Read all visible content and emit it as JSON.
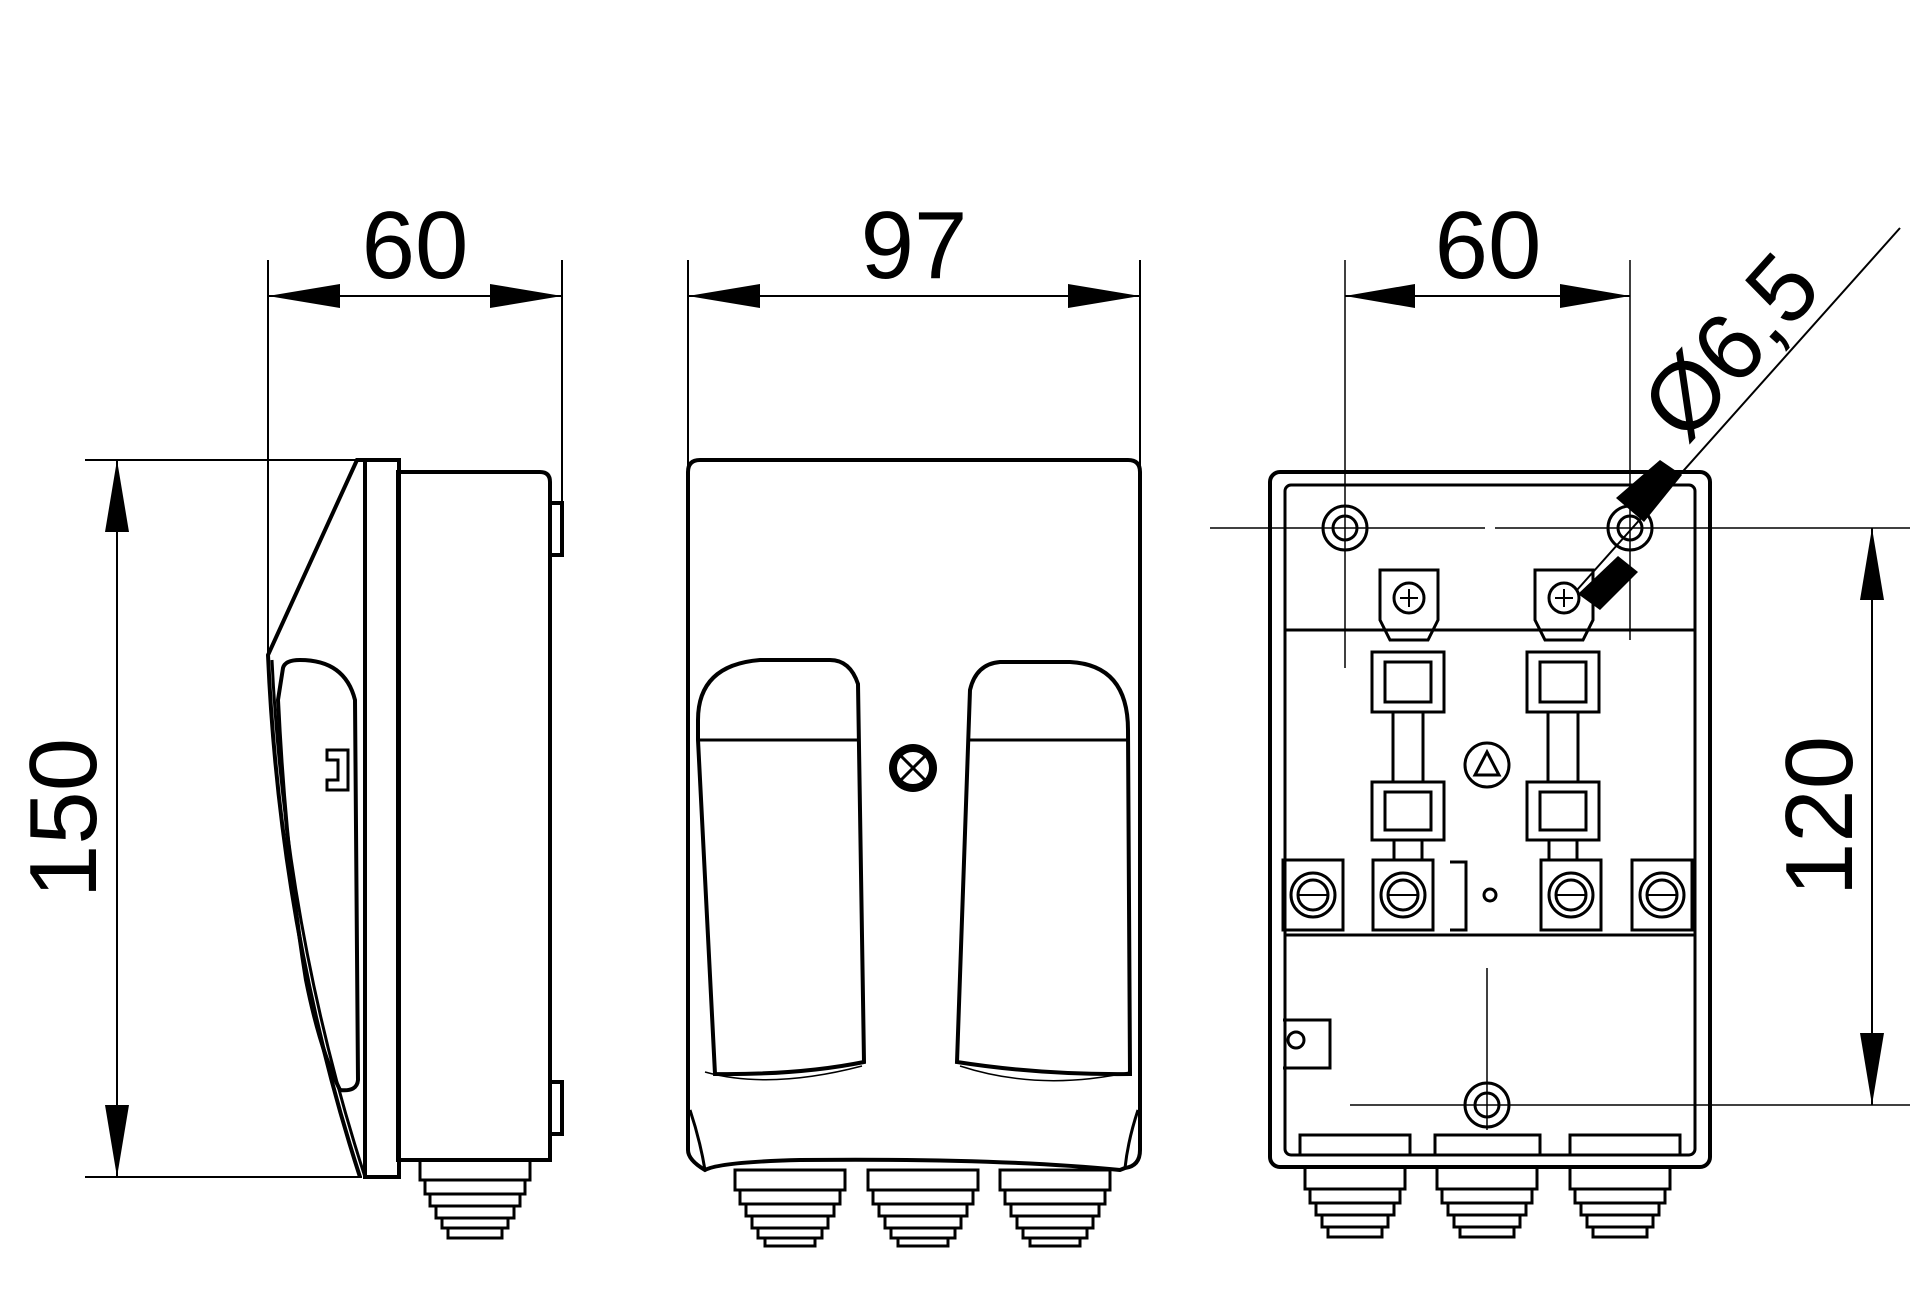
{
  "dimensions": {
    "side_width": "60",
    "front_width": "97",
    "rear_hole_spacing": "60",
    "hole_diameter": "Ø6,5",
    "overall_height": "150",
    "rear_hole_height": "120"
  },
  "colors": {
    "line": "#000000",
    "background": "#ffffff"
  }
}
